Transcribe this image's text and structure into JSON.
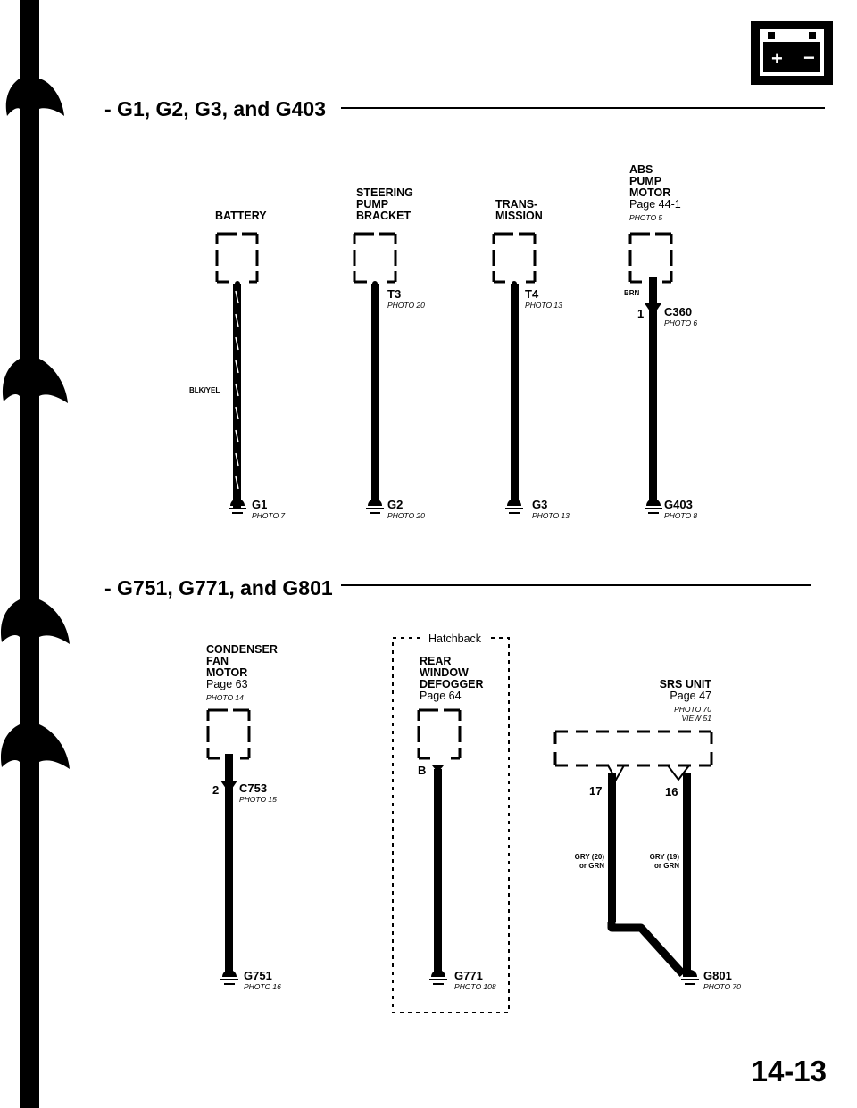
{
  "sections": [
    {
      "title": "- G1, G2, G3, and G403",
      "components": [
        {
          "label_lines": [
            "BATTERY"
          ],
          "wire": "BLK/YEL",
          "ground": {
            "name": "G1",
            "photo": "PHOTO 7"
          }
        },
        {
          "label_lines": [
            "STEERING",
            "PUMP",
            "BRACKET"
          ],
          "terminal": {
            "name": "T3",
            "photo": "PHOTO 20"
          },
          "ground": {
            "name": "G2",
            "photo": "PHOTO 20"
          }
        },
        {
          "label_lines": [
            "TRANS-",
            "MISSION"
          ],
          "terminal": {
            "name": "T4",
            "photo": "PHOTO 13"
          },
          "ground": {
            "name": "G3",
            "photo": "PHOTO 13"
          }
        },
        {
          "label_lines": [
            "ABS",
            "PUMP",
            "MOTOR"
          ],
          "page": "Page 44-1",
          "photo": "PHOTO 5",
          "wire": "BRN",
          "connector": {
            "pin": "1",
            "name": "C360",
            "photo": "PHOTO 6"
          },
          "ground": {
            "name": "G403",
            "photo": "PHOTO 8"
          }
        }
      ]
    },
    {
      "title": "- G751, G771, and G801",
      "components": [
        {
          "label_lines": [
            "CONDENSER",
            "FAN",
            "MOTOR"
          ],
          "page": "Page 63",
          "photo": "PHOTO 14",
          "connector": {
            "pin": "2",
            "name": "C753",
            "photo": "PHOTO 15"
          },
          "ground": {
            "name": "G751",
            "photo": "PHOTO 16"
          }
        },
        {
          "option": "Hatchback",
          "label_lines": [
            "REAR",
            "WINDOW",
            "DEFOGGER"
          ],
          "page": "Page 64",
          "terminal": {
            "name": "B"
          },
          "ground": {
            "name": "G771",
            "photo": "PHOTO 108"
          }
        },
        {
          "label_lines": [
            "SRS UNIT"
          ],
          "page": "Page 47",
          "photo": "PHOTO 70",
          "view": "VIEW 51",
          "pins": [
            "17",
            "16"
          ],
          "wires": [
            [
              "GRY (20)",
              "or GRN"
            ],
            [
              "GRY (19)",
              "or GRN"
            ]
          ],
          "ground": {
            "name": "G801",
            "photo": "PHOTO 70"
          }
        }
      ]
    }
  ],
  "page_number": "14-13",
  "icons": [
    "battery-icon",
    "ground-symbol-icon"
  ]
}
